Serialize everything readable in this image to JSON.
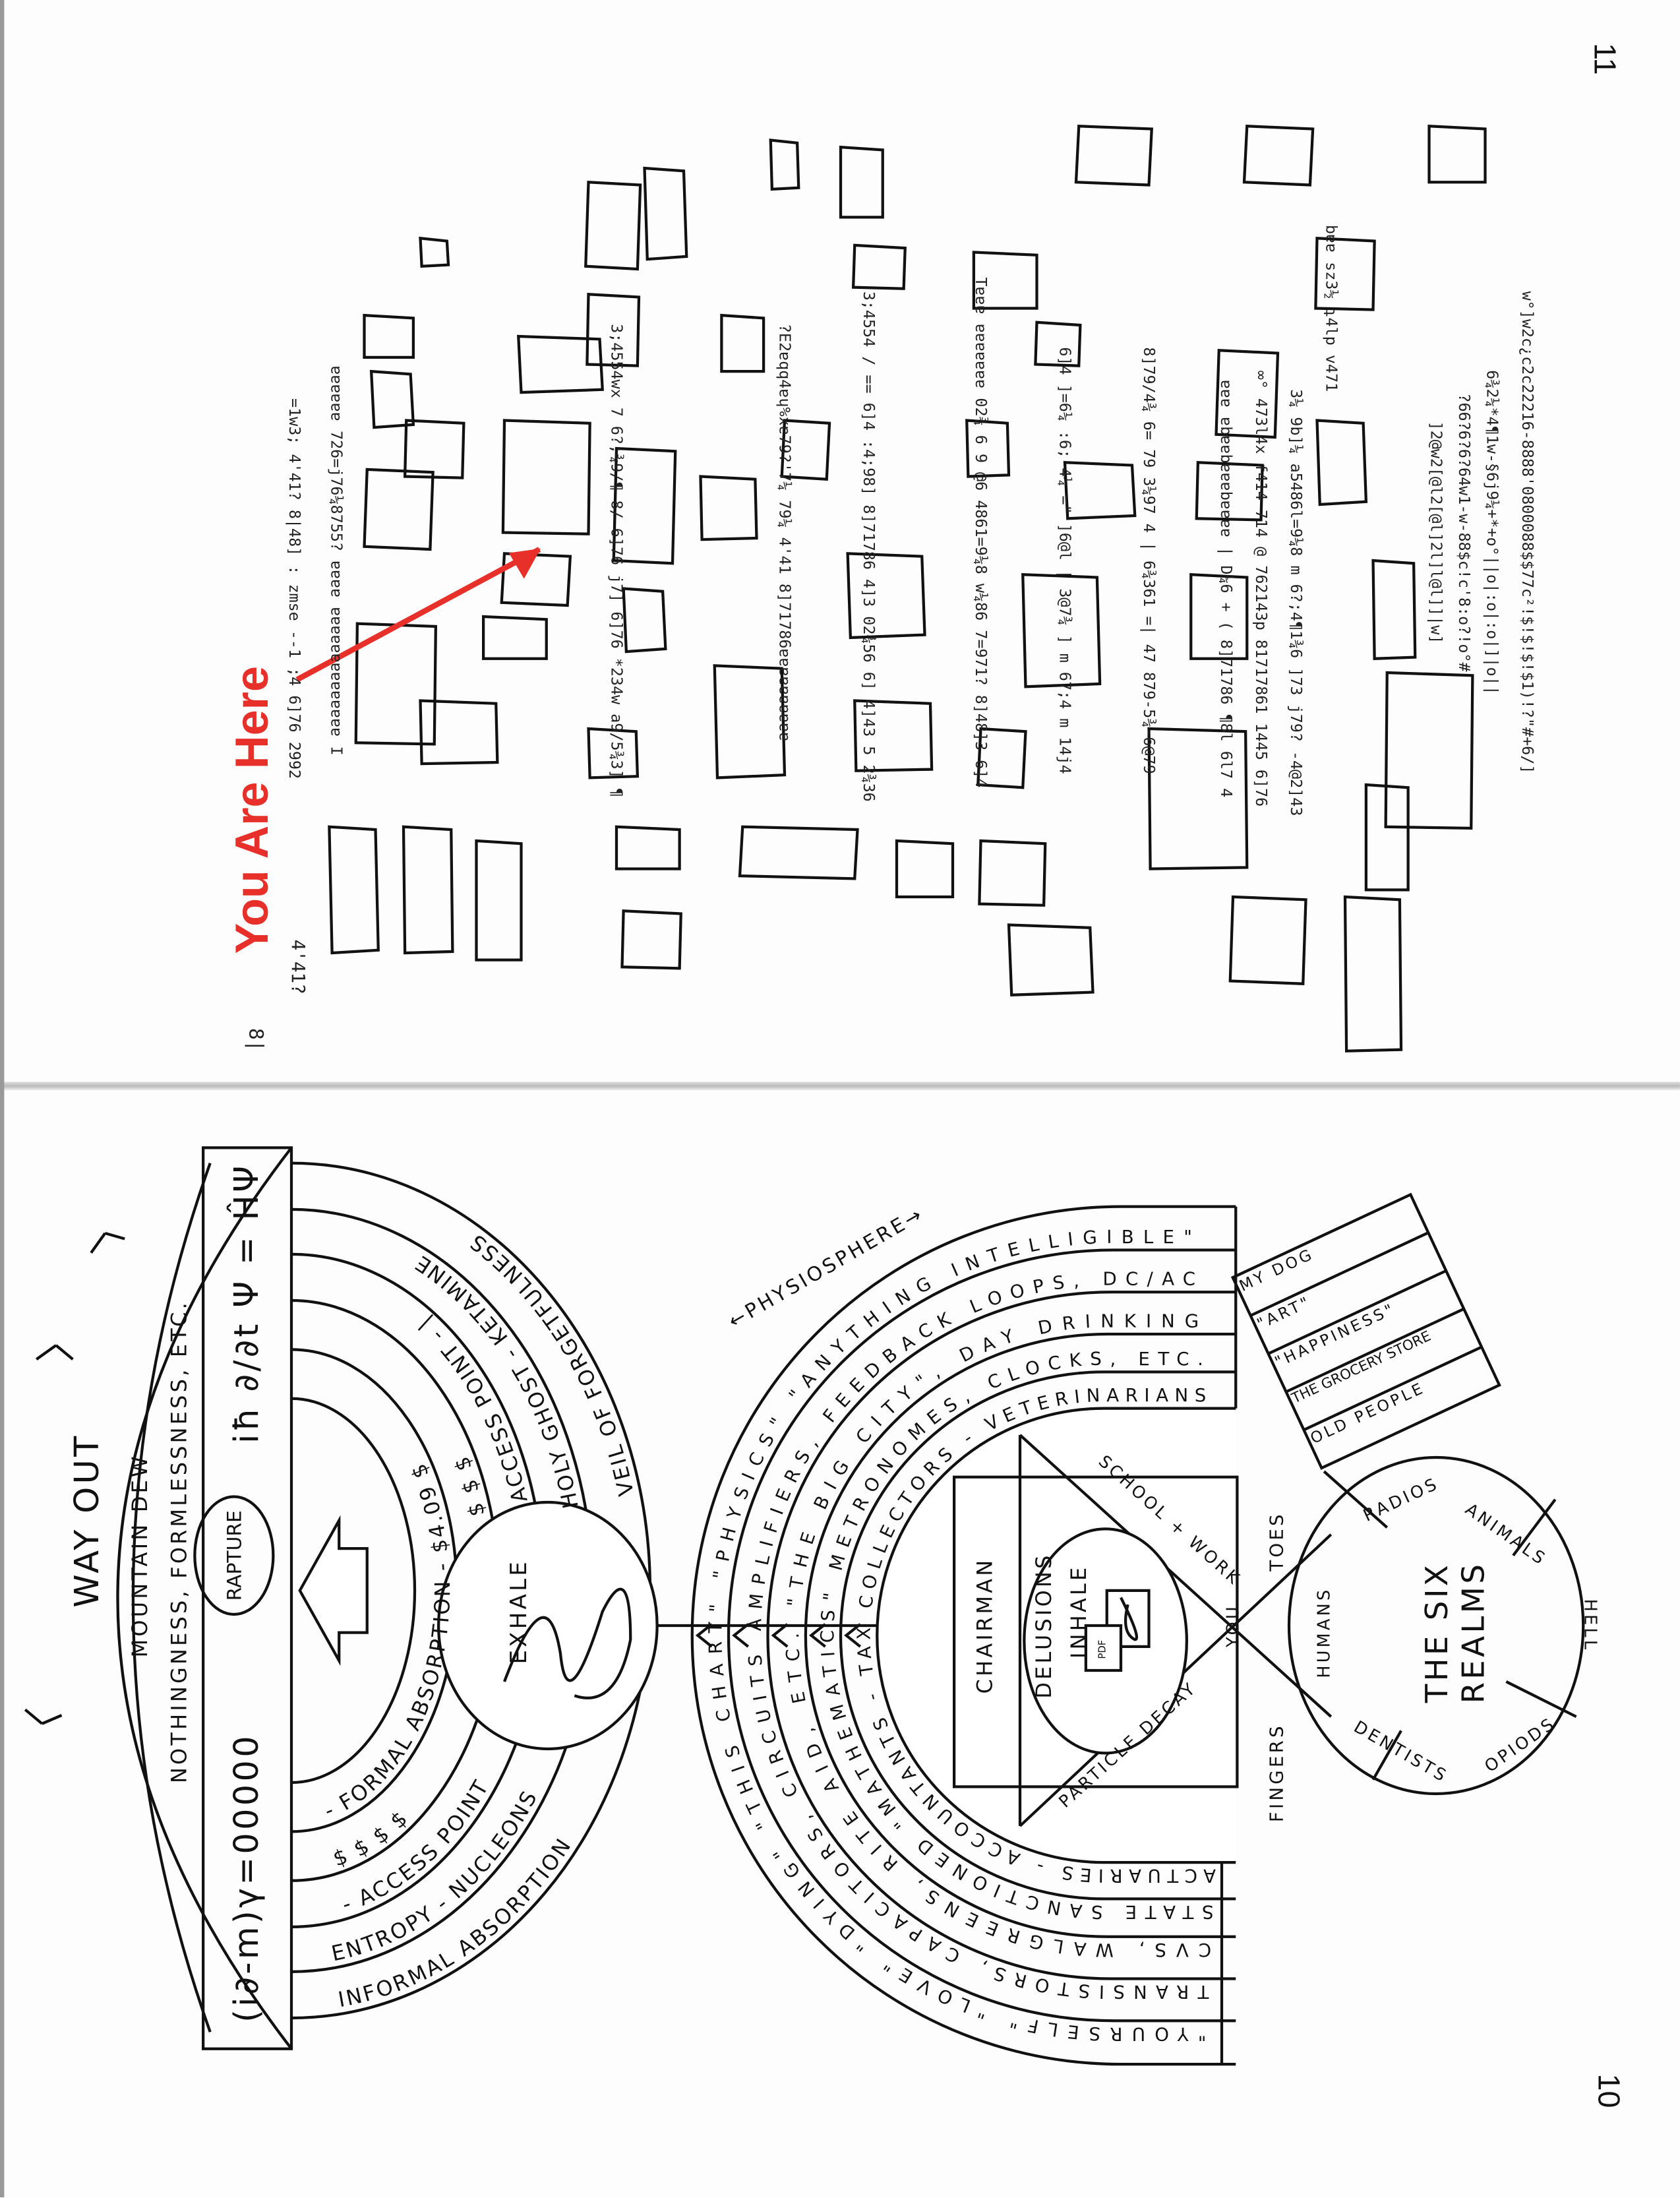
{
  "page_top": {
    "page_number": "11",
    "you_are_here": "You Are Here",
    "arrow_color": "#e8302a",
    "margin_marks": [
      "8|",
      "4'41?"
    ],
    "gibberish_lines": [
      "w°]w2c¿c2c22216-8888'0800088$$77c²!$!$!$!$1)!?\"#+6/]",
      "6¾2¼*4¶1w-§6j9¼+*+o°||o|:o|:o|]|o||",
      "?66?6?6?64w1-w-88$c!c'8:o?!o°#",
      "]2@w2[@l2[@l]2l]l@l]]|w]",
      "bɐɐ sz3½ ʇ4lp   v471",
      "3¼ 9b]¼ a5486l=9¼8 m 6?;4¶1¾6 ]73 j79? -4@2]43",
      "∞° 473l4x  f414 714 @ 762143p  81717861 1445 6]76",
      "ɐɐɐ ɐbɐɐbɐɐɐbɐɐɐɐ | D¼6 + ( 8]71786 ¶8l 6l7 4 ",
      "8]79/4¾ 6= 79   3¼97 4 | 6¾361 =| 47 879-5¾-6@79",
      "6]4 ]=6¼ :6; 4¼  =\"  ]6@l | 3@7¾ ] m 67;4 m 14j4",
      "Tɐɐɐ ɐɐɐɐɐɐɐ 02¾ 6 9 @6 4861=9¼8 w¼86 7=971? 8]48]3 6]4",
      "3;4554 / == 6]4 :4;98] 8]71786 4]3 02¾56 6] 4]43 5 2¾36",
      "?E2ɐqq4ɐɥ%xɐ79?'7¼ 79¼ 4'41 8]71786ɐɐɐɐɐɐɐɐɐɐ",
      "3;4554wx 7 6?;¾9/¶ 8/ 6]76 j7] 6]76 *234w a9/5¾3] ¶",
      "ɐɐɐɐɐɐ 726=j76¼8755? ɐɐɐɐ ɐɐɐɐɐɐɐɐɐɐɐɐɐɐ I",
      "=1w3;  4'41?  8|48] :  zmse --1 ;4 6]76 2992"
    ]
  },
  "page_bottom": {
    "page_number": "10",
    "way_out": "WAY OUT",
    "mountain_dew": "MOUNTAIN DEW",
    "nothingness": "NOTHINGNESS, FORMLESSNESS, ETC.",
    "equation_left": "(i∂-m)γ=00000",
    "rapture": "RAPTURE",
    "equation_right": "iħ ∂/∂t Ψ = ĤΨ",
    "left_fan": {
      "ring1": "- FORMAL ABSORPTION - $4.09 $",
      "ring2_bottom": "$   $   $   $",
      "ring2_top": "$   $   $",
      "ring3_bottom": "- ACCESS POINT",
      "ring3_top": "ACCESS POINT - |",
      "ring4_bottom": "ENTROPY - NUCLEONS",
      "ring4_top": "HOLY GHOST - KETAMINE",
      "ring5_bottom": "INFORMAL ABSORPTION",
      "ring5_top": "VEIL OF FORGETFULNESS"
    },
    "exhale": "EXHALE",
    "physiosphere": "←PHYSIOSPHERE→",
    "right_fan": [
      "\"YOURSELF\" \"LOVE\" \"DYING\" \"THIS CHART\" \"PHYSICS\" \"ANYTHING INTELLIGIBLE\"",
      "TRANSISTORS, CAPACITORS, CIRCUITS AMPLIFIERS, FEEDBACK LOOPS, DC/AC",
      "CVS, WALGREENS, RITE AID, ETC. \"THE BIG CITY\", DAY DRINKING",
      "STATE SANCTIONED \"MATHEMATICS\" METRONOMES, CLOCKS, ETC.",
      "ACTUARIES - ACCOUNTANTS - TAX COLLECTORS - VETERINARIANS"
    ],
    "chairman": "CHAIRMAN",
    "delusions": "DELUSIONS",
    "inhale": "INHALE",
    "pdf": "PDF",
    "school_work": "SCHOOL + WORK",
    "particle_decay": "PARTICLE DECAY",
    "you": "YOU",
    "toes": "TOES",
    "fingers": "FINGERS",
    "list_box": [
      "MY DOG",
      "\"ART\"",
      "\"HAPPINESS\"",
      "THE GROCERY STORE",
      "OLD PEOPLE"
    ],
    "six_realms": {
      "title": "THE SIX REALMS",
      "humans": "HUMANS",
      "radios": "RADIOS",
      "animals": "ANIMALS",
      "hell": "HELL",
      "opioids": "OPIODS",
      "dentists": "DENTISTS"
    }
  }
}
